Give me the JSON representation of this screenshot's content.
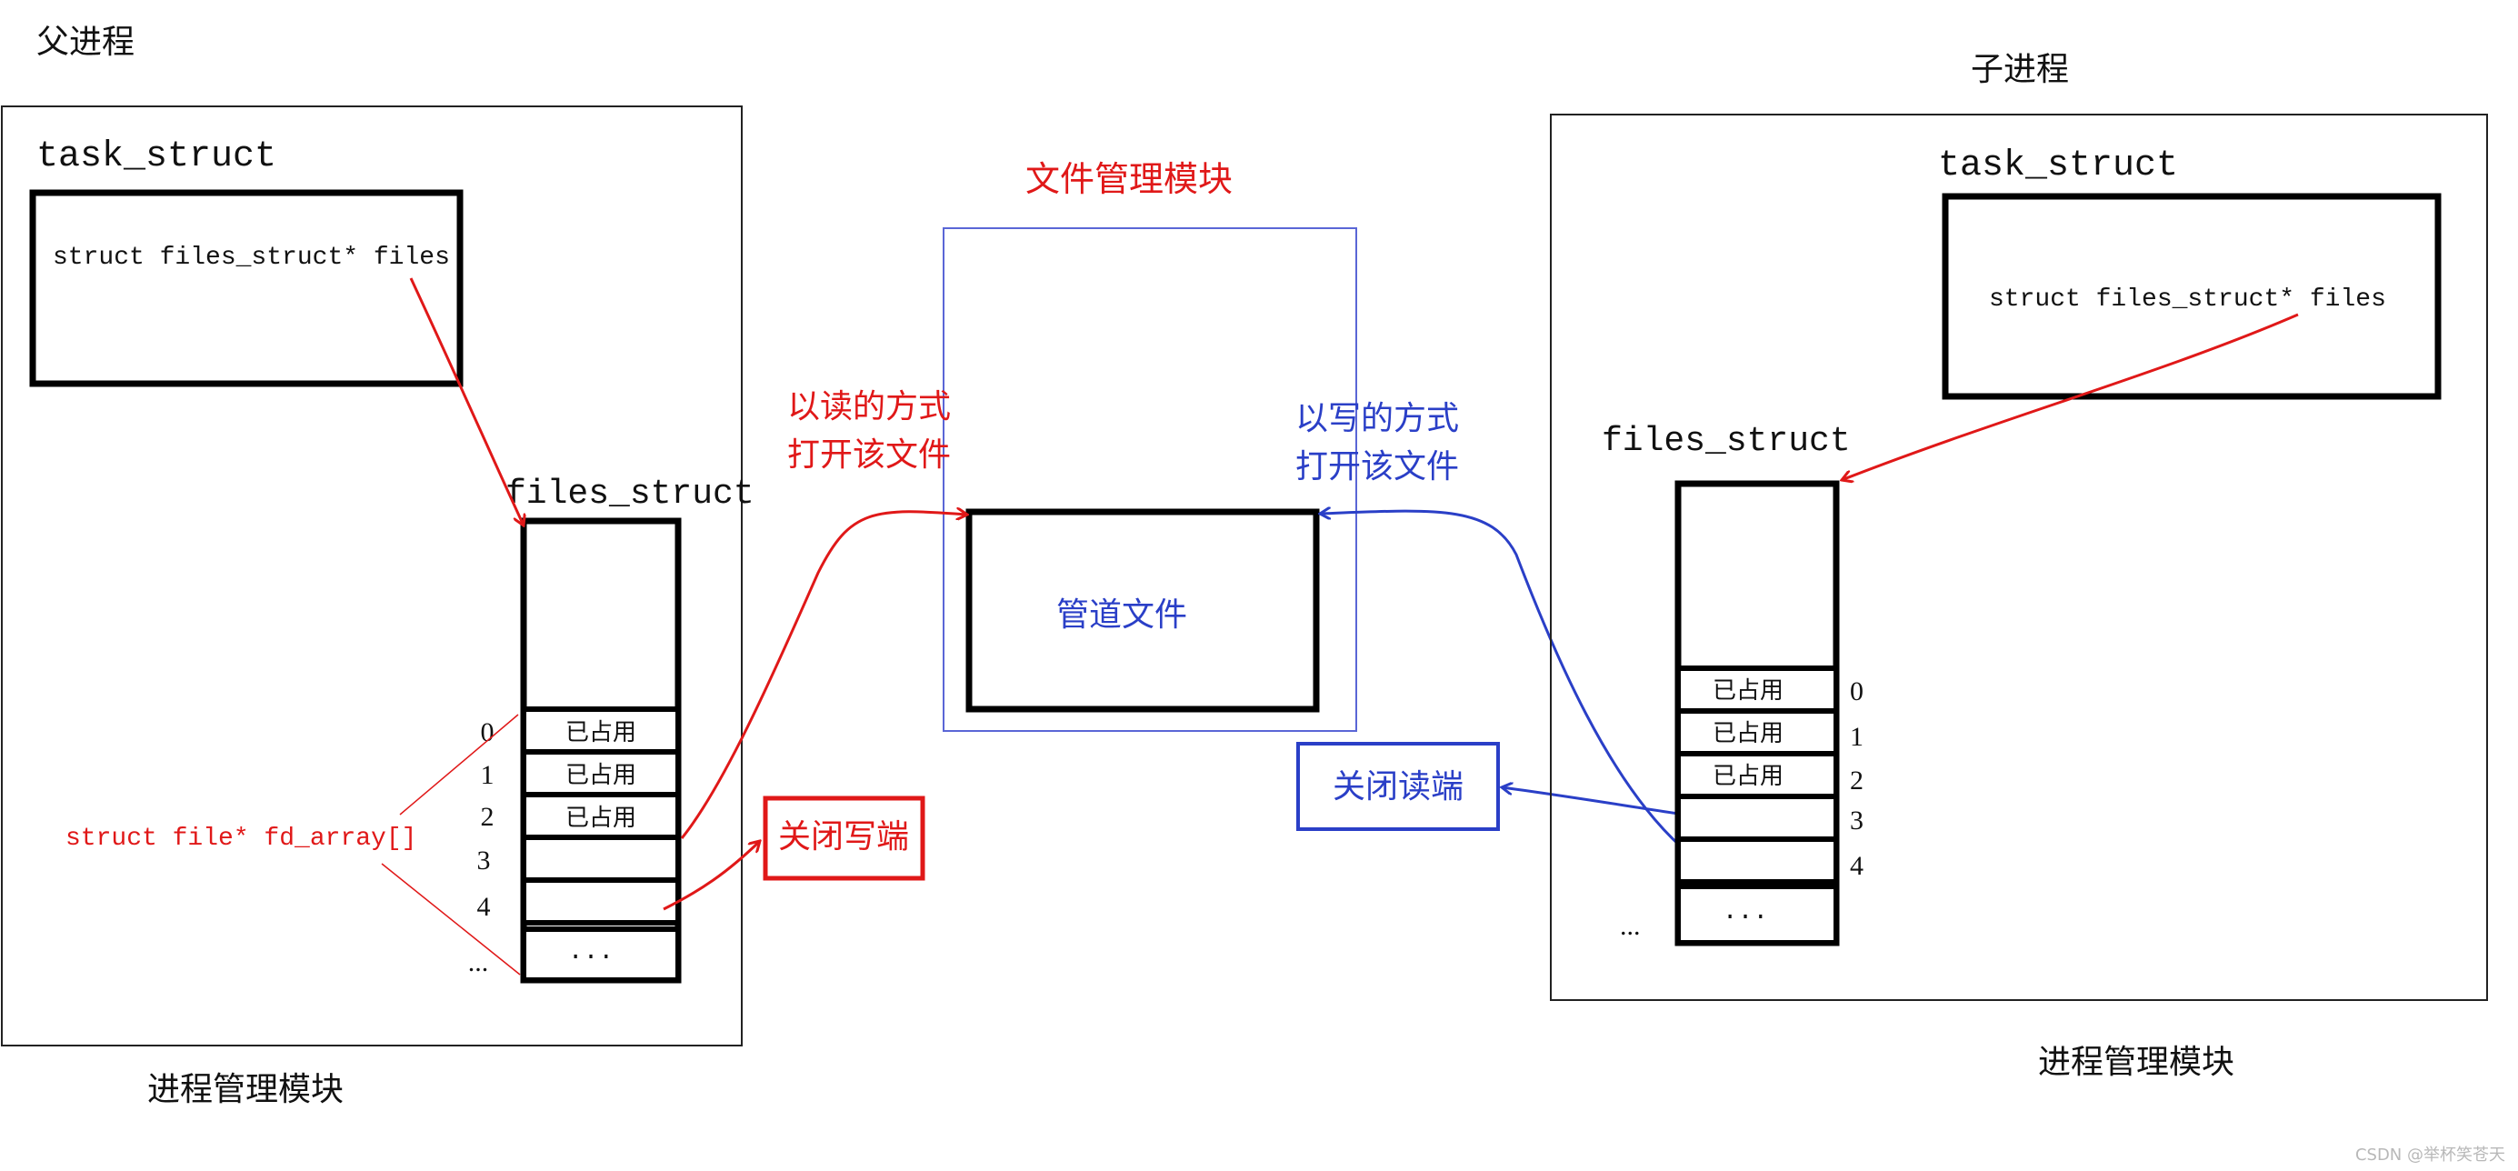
{
  "parent": {
    "title": "父进程",
    "task_struct": "task_struct",
    "files_field": "struct files_struct* files",
    "files_struct": "files_struct",
    "fd_array_label": "struct file* fd_array[]",
    "indices": [
      "0",
      "1",
      "2",
      "3",
      "4",
      "..."
    ],
    "cells": [
      "已占用",
      "已占用",
      "已占用",
      "",
      "",
      "..."
    ],
    "module_label": "进程管理模块"
  },
  "child": {
    "title": "子进程",
    "task_struct": "task_struct",
    "files_field": "struct files_struct* files",
    "files_struct": "files_struct",
    "indices": [
      "0",
      "1",
      "2",
      "3",
      "4",
      "..."
    ],
    "cells": [
      "已占用",
      "已占用",
      "已占用",
      "",
      "",
      "..."
    ],
    "module_label": "进程管理模块"
  },
  "file_module": {
    "title": "文件管理模块",
    "pipe_file": "管道文件"
  },
  "annotations": {
    "read_open_line1": "以读的方式",
    "read_open_line2": "打开该文件",
    "write_open_line1": "以写的方式",
    "write_open_line2": "打开该文件",
    "close_write": "关闭写端",
    "close_read": "关闭读端"
  },
  "watermark": "CSDN @举杯笑苍天",
  "colors": {
    "red": "#e01818",
    "blue": "#2a3fc7",
    "black": "#000000"
  }
}
